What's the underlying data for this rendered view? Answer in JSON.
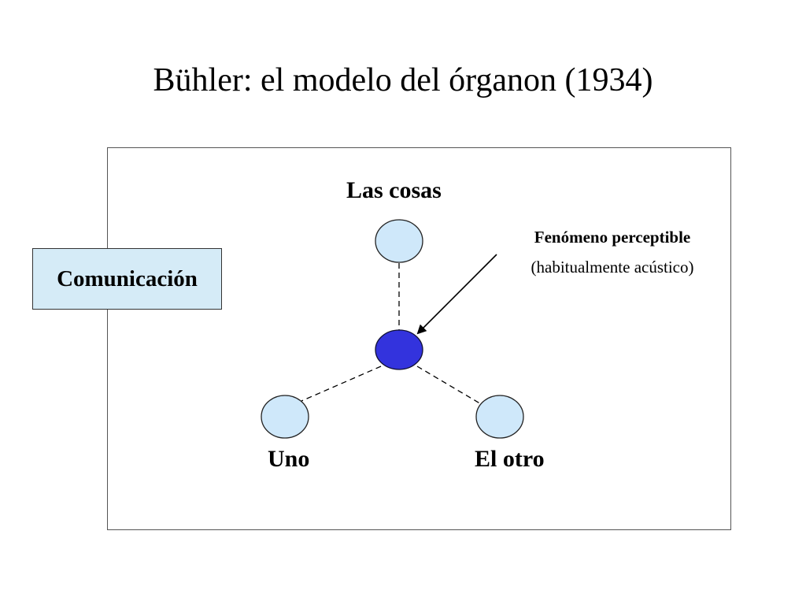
{
  "title": "Bühler: el modelo del órganon (1934)",
  "diagram": {
    "nodes": {
      "top_label": "Las cosas",
      "left_label": "Uno",
      "right_label": "El otro"
    },
    "callout": {
      "title": "Fenómeno perceptible",
      "subtitle": "(habitualmente acústico)"
    },
    "side_box_label": "Comunicación",
    "colors": {
      "outer_node_fill": "#cfe8fa",
      "center_node_fill": "#3333dd",
      "side_box_fill": "#d5ebf7",
      "frame_stroke": "#555555"
    }
  }
}
